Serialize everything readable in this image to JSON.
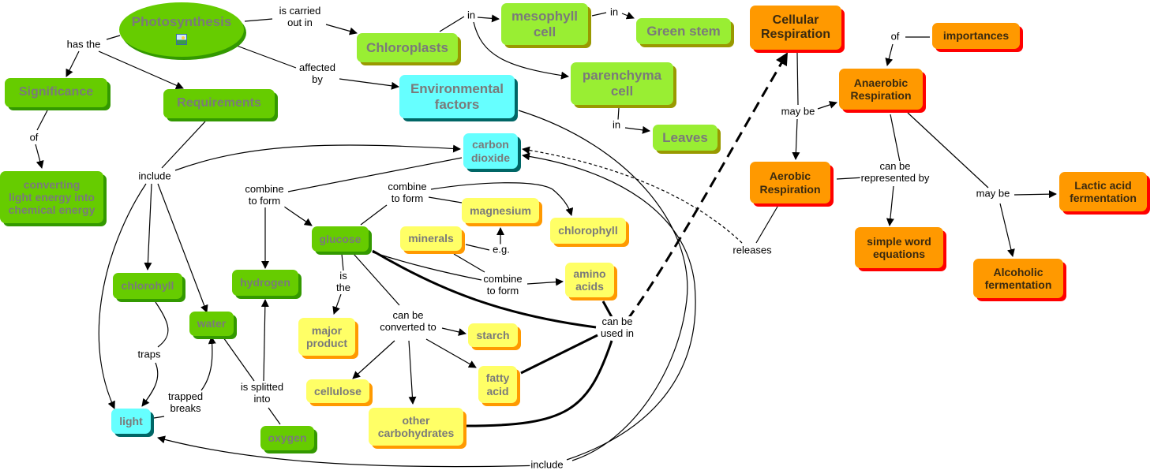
{
  "title": "Photosynthesis concept map",
  "colors": {
    "dark_green": "#66cc00",
    "light_green": "#99ee33",
    "cyan": "#66ffff",
    "yellow": "#ffff66",
    "orange": "#ff9900",
    "node_text_gray": "#7a7a7a",
    "orange_text": "#3a2a10"
  },
  "nodes": {
    "photosynthesis": {
      "text": "Photosynthesis",
      "icon": "image-icon"
    },
    "significance": {
      "text": "Significance"
    },
    "requirements": {
      "text": "Requirements"
    },
    "converting": {
      "text": "converting\nlight energy into\nchemical energy"
    },
    "chloroplasts": {
      "text": "Chloroplasts"
    },
    "mesophyll": {
      "text": "mesophyll\ncell"
    },
    "green_stem": {
      "text": "Green stem"
    },
    "parenchyma": {
      "text": "parenchyma\ncell"
    },
    "leaves": {
      "text": "Leaves"
    },
    "env_factors": {
      "text": "Environmental\nfactors"
    },
    "carbon_dioxide": {
      "text": "carbon\ndioxide"
    },
    "glucose": {
      "text": "glucose"
    },
    "magnesium": {
      "text": "magnesium"
    },
    "chlorophyll": {
      "text": "chlorophyll"
    },
    "minerals": {
      "text": "minerals"
    },
    "amino_acids": {
      "text": "amino\nacids"
    },
    "hydrogen": {
      "text": "hydrogen"
    },
    "chlorohyll": {
      "text": "chlorohyll"
    },
    "water": {
      "text": "water"
    },
    "light": {
      "text": "light"
    },
    "oxygen": {
      "text": "oxygen"
    },
    "major_product": {
      "text": "major\nproduct"
    },
    "starch": {
      "text": "starch"
    },
    "cellulose": {
      "text": "cellulose"
    },
    "fatty_acid": {
      "text": "fatty\nacid"
    },
    "other_carbs": {
      "text": "other\ncarbohydrates"
    },
    "cellular_resp": {
      "text": "Cellular\nRespiration"
    },
    "importances": {
      "text": "importances"
    },
    "anaerobic": {
      "text": "Anaerobic\nRespiration"
    },
    "aerobic": {
      "text": "Aerobic\nRespiration"
    },
    "simple_word": {
      "text": "simple word\nequations"
    },
    "lactic": {
      "text": "Lactic acid\nfermentation"
    },
    "alcoholic": {
      "text": "Alcoholic\nfermentation"
    }
  },
  "links": {
    "has_the": "has the",
    "is_carried_out_in": "is carried\nout in",
    "affected_by": "affected\nby",
    "of_sig": "of",
    "in_chloro": "in",
    "in_meso": "in",
    "in_paren": "in",
    "include_req": "include",
    "combine1": "combine\nto form",
    "combine2": "combine\nto form",
    "combine3": "combine\nto form",
    "eg": "e.g.",
    "is_the": "is\nthe",
    "can_be_converted": "can be\nconverted to",
    "can_be_used": "can be\nused in",
    "traps": "traps",
    "trapped_breaks": "trapped\nbreaks",
    "is_splitted": "is splitted\ninto",
    "include_bottom": "include",
    "releases": "releases",
    "may_be_cr": "may be",
    "of_imp": "of",
    "can_be_rep": "can be\nrepresented by",
    "may_be_an": "may be"
  }
}
